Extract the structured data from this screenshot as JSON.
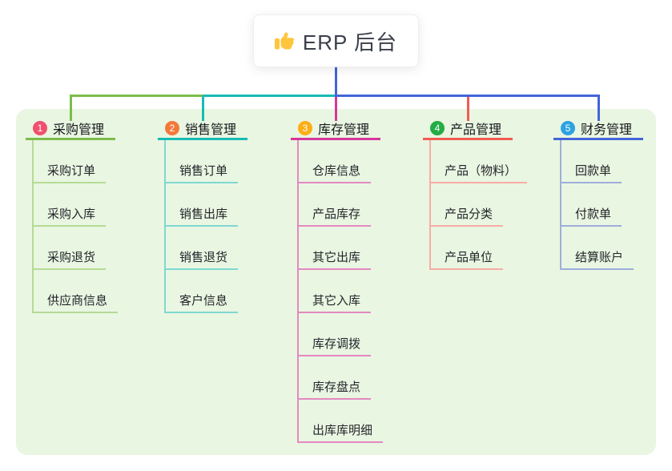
{
  "root_node": {
    "label": "ERP 后台",
    "icon": "thumbs-up-icon",
    "icon_color": "#FFC53D"
  },
  "branches": [
    {
      "number": "1",
      "title": "采购管理",
      "badge_color": "#F0506E",
      "line_color": "#7CBD4A",
      "child_line_color": "#B5DB93",
      "children": [
        "采购订单",
        "采购入库",
        "采购退货",
        "供应商信息"
      ]
    },
    {
      "number": "2",
      "title": "销售管理",
      "badge_color": "#F3793B",
      "line_color": "#16BCB4",
      "child_line_color": "#7FD8D1",
      "children": [
        "销售订单",
        "销售出库",
        "销售退货",
        "客户信息"
      ]
    },
    {
      "number": "3",
      "title": "库存管理",
      "badge_color": "#FCAE16",
      "line_color": "#D6379A",
      "child_line_color": "#E489C0",
      "children": [
        "仓库信息",
        "产品库存",
        "其它出库",
        "其它入库",
        "库存调拨",
        "库存盘点",
        "出库库明细"
      ]
    },
    {
      "number": "4",
      "title": "产品管理",
      "badge_color": "#23AD44",
      "line_color": "#F25B52",
      "child_line_color": "#F8ACA6",
      "children": [
        "产品（物料）",
        "产品分类",
        "产品单位"
      ]
    },
    {
      "number": "5",
      "title": "财务管理",
      "badge_color": "#2BA3E3",
      "line_color": "#4365D9",
      "child_line_color": "#9FAEDC",
      "children": [
        "回款单",
        "付款单",
        "结算账户"
      ]
    }
  ],
  "colors": {
    "panel_bg": "#E9F6E2",
    "trunk_line": "#4365D9",
    "root_text": "#3A3F4A",
    "title_text": "#17191C",
    "child_text": "#23262B"
  }
}
